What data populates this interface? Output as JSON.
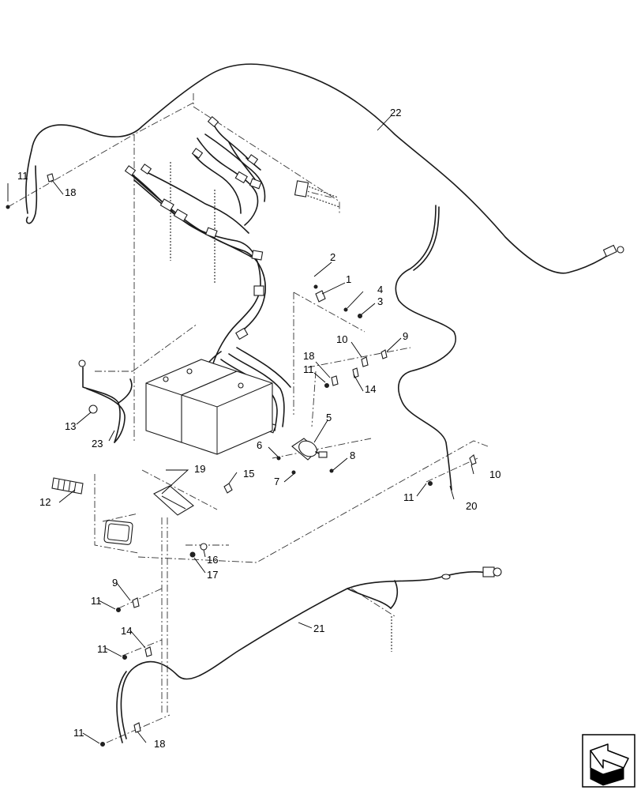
{
  "callouts": {
    "c1": "1",
    "c2": "2",
    "c3": "3",
    "c4": "4",
    "c5": "5",
    "c6": "6",
    "c7": "7",
    "c8": "8",
    "c9a": "9",
    "c9b": "9",
    "c10a": "10",
    "c10b": "10",
    "c11a": "11",
    "c11b": "11",
    "c11c": "11",
    "c11d": "11",
    "c11e": "11",
    "c11f": "11",
    "c12": "12",
    "c13": "13",
    "c14a": "14",
    "c14b": "14",
    "c15": "15",
    "c16": "16",
    "c17": "17",
    "c18a": "18",
    "c18b": "18",
    "c18c": "18",
    "c19": "19",
    "c20": "20",
    "c21": "21",
    "c22": "22",
    "c23": "23"
  },
  "icons": {
    "corner": "view-direction-arrow-icon"
  },
  "colors": {
    "line": "#1a1a1a",
    "background": "#ffffff"
  }
}
